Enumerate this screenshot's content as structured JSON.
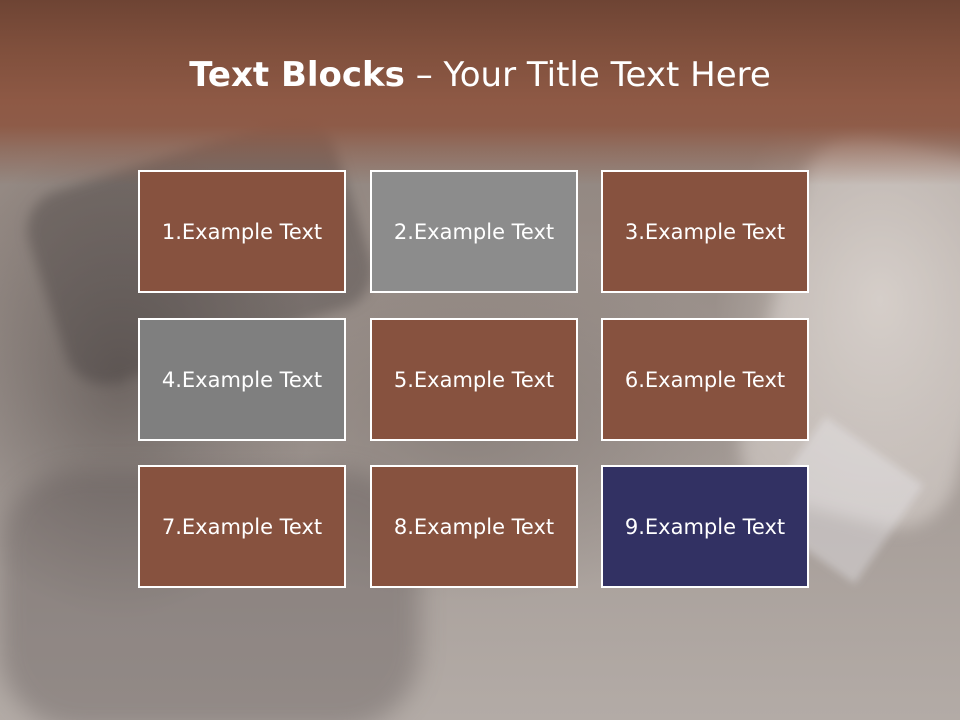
{
  "slide": {
    "title_bold": "Text Blocks",
    "title_rest": " – Your Title Text Here"
  },
  "colors": {
    "header": "#8e5945",
    "brown_block": "#87523f",
    "gray_block_light": "#8c8c8c",
    "gray_block_dark": "#7f7f7f",
    "navy_block": "#323163",
    "block_border": "#ffffff",
    "text": "#ffffff"
  },
  "blocks": [
    {
      "label": "1.Example Text",
      "color": "#87523f"
    },
    {
      "label": "2.Example Text",
      "color": "#8c8c8c"
    },
    {
      "label": "3.Example Text",
      "color": "#87523f"
    },
    {
      "label": "4.Example Text",
      "color": "#7f7f7f"
    },
    {
      "label": "5.Example Text",
      "color": "#87523f"
    },
    {
      "label": "6.Example Text",
      "color": "#87523f"
    },
    {
      "label": "7.Example Text",
      "color": "#87523f"
    },
    {
      "label": "8.Example Text",
      "color": "#87523f"
    },
    {
      "label": "9.Example Text",
      "color": "#323163"
    }
  ]
}
